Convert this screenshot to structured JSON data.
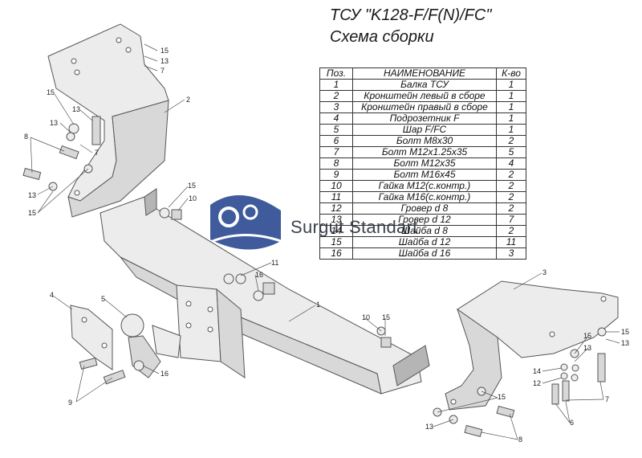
{
  "title": "ТСУ \"K128-F/F(N)/FC\"",
  "subtitle": "Схема сборки",
  "table": {
    "headers": [
      "Поз.",
      "НАИМЕНОВАНИЕ",
      "К-во"
    ],
    "rows": [
      {
        "pos": "1",
        "name": "Балка ТСУ",
        "qty": "1"
      },
      {
        "pos": "2",
        "name": "Кронштейн левый в сборе",
        "qty": "1"
      },
      {
        "pos": "3",
        "name": "Кронштейн правый в сборе",
        "qty": "1"
      },
      {
        "pos": "4",
        "name": "Подрозетник F",
        "qty": "1"
      },
      {
        "pos": "5",
        "name": "Шар F/FC",
        "qty": "1"
      },
      {
        "pos": "6",
        "name": "Болт М8х30",
        "qty": "2"
      },
      {
        "pos": "7",
        "name": "Болт М12х1.25х35",
        "qty": "5"
      },
      {
        "pos": "8",
        "name": "Болт М12х35",
        "qty": "4"
      },
      {
        "pos": "9",
        "name": "Болт М16х45",
        "qty": "2"
      },
      {
        "pos": "10",
        "name": "Гайка М12(с.контр.)",
        "qty": "2"
      },
      {
        "pos": "11",
        "name": "Гайка  М16(с.контр.)",
        "qty": "2"
      },
      {
        "pos": "12",
        "name": "Гровер d 8",
        "qty": "2"
      },
      {
        "pos": "13",
        "name": "Гровер d 12",
        "qty": "7"
      },
      {
        "pos": "14",
        "name": "Шайба d 8",
        "qty": "2"
      },
      {
        "pos": "15",
        "name": "Шайба d 12",
        "qty": "11"
      },
      {
        "pos": "16",
        "name": "Шайба d 16",
        "qty": "3"
      }
    ]
  },
  "watermark": "Surgut Standart",
  "callouts": [
    "15",
    "13",
    "7",
    "2",
    "15",
    "13",
    "13",
    "8",
    "7",
    "13",
    "15",
    "15",
    "10",
    "1",
    "11",
    "16",
    "4",
    "5",
    "9",
    "16",
    "10",
    "15",
    "3",
    "15",
    "13",
    "14",
    "12",
    "7",
    "6",
    "15",
    "13",
    "8"
  ]
}
